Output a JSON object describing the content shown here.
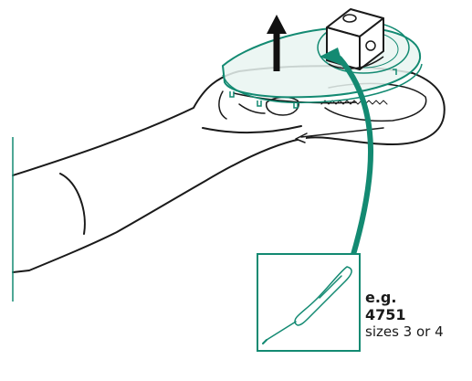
{
  "diagram": {
    "callout": {
      "prefix": "e.g.",
      "part_number": "4751",
      "sizes": "sizes 3 or 4"
    },
    "colors": {
      "accent": "#138a72",
      "insert_fill": "#e9f5f1",
      "outline": "#1a1a1a",
      "arrow": "#111111"
    },
    "icons": [
      "up-arrow-icon",
      "curved-arrow-icon",
      "screwdriver-icon"
    ]
  }
}
